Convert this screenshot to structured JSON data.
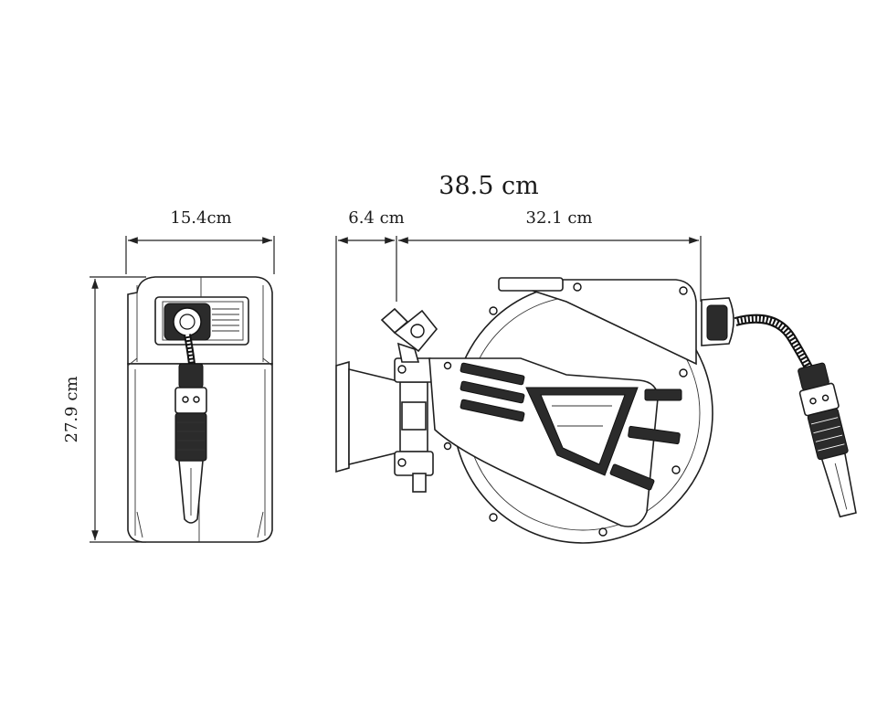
{
  "dimensions": {
    "total_width": "38.5 cm",
    "front_width": "15.4cm",
    "bracket_depth": "6.4 cm",
    "reel_width": "32.1 cm",
    "height": "27.9 cm"
  },
  "colors": {
    "line": "#222222",
    "fill": "#ffffff",
    "dark": "#2b2b2b"
  }
}
